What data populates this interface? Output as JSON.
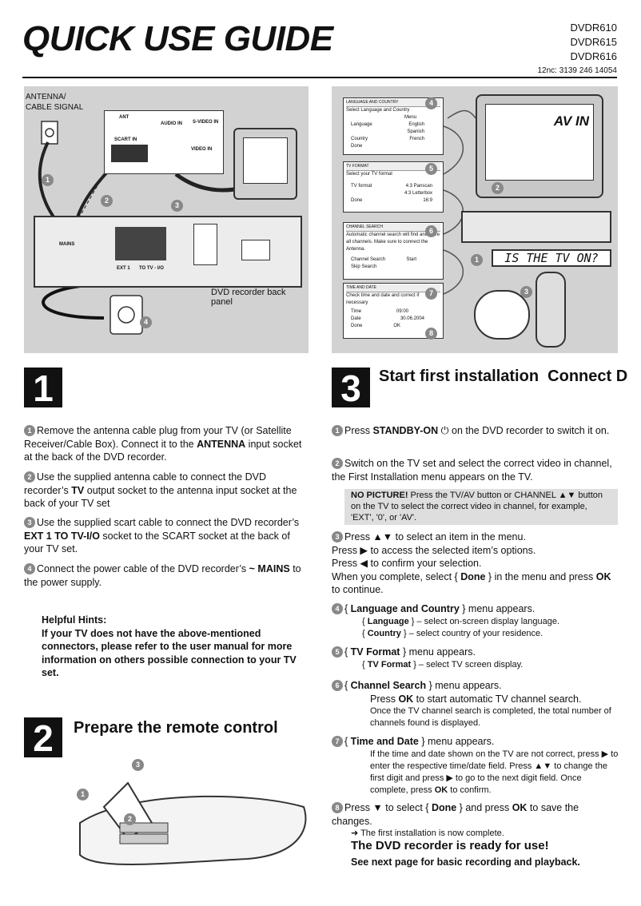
{
  "header": {
    "title": "QUICK USE GUIDE",
    "models": [
      "DVDR610",
      "DVDR615",
      "DVDR616"
    ],
    "nc": "12nc:  3139 246 14054"
  },
  "left_panel": {
    "antenna_label_1": "ANTENNA/",
    "antenna_label_2": "CABLE SIGNAL",
    "ant_label": "ANT",
    "scart_in_label": "SCART IN",
    "audio_in_label": "AUDIO IN",
    "svideo_in_label": "S-VIDEO IN",
    "video_in_label": "VIDEO IN",
    "back_panel_caption": "DVD recorder back panel",
    "ext_label": "EXT 1",
    "totv_label": "TO TV - I/O",
    "mains_label": "MAINS",
    "badges": [
      "1",
      "2",
      "3",
      "4"
    ]
  },
  "right_panel": {
    "menu_language": {
      "head1": "LANGUAGE AND COUNTRY",
      "head2": "Select Language and Country",
      "col_head": "Menu",
      "rows": [
        {
          "label": "Language",
          "value": "English"
        },
        {
          "label": "",
          "value": "Spanish"
        },
        {
          "label": "Country",
          "value": "French"
        },
        {
          "label": "Done",
          "value": ""
        }
      ],
      "badge": "4"
    },
    "menu_tv": {
      "head1": "TV FORMAT",
      "head2": "Select your TV format",
      "rows": [
        {
          "label": "TV format",
          "value": "4:3 Panscan"
        },
        {
          "label": "",
          "value": "4:3 Letterbox"
        },
        {
          "label": "Done",
          "value": "16:9"
        }
      ],
      "badge": "5"
    },
    "menu_channel": {
      "head1": "CHANNEL SEARCH",
      "head2": "Automatic channel search will find and store all channels.  Make sure to connect the Antenna.",
      "rows": [
        {
          "label": "Channel Search",
          "value": "Start"
        },
        {
          "label": "Skip Search",
          "value": ""
        }
      ],
      "badge": "6"
    },
    "menu_time": {
      "head1": "TIME AND DATE",
      "head2": "Check time and date and correct if necessary",
      "rows": [
        {
          "label": "Time",
          "value": "09:00"
        },
        {
          "label": "Date",
          "value": "30.06.2004"
        },
        {
          "label": "Done",
          "value": "OK"
        }
      ],
      "badge": "7",
      "badge2": "8"
    },
    "av_in": "AV IN",
    "lcd_text": "IS THE TV ON?",
    "badges": [
      "1",
      "2",
      "3"
    ]
  },
  "section1": {
    "number": "1",
    "steps": [
      {
        "n": "1",
        "html": "Remove the antenna cable plug from your TV (or Satellite Receiver/Cable Box).  Connect it to the <b>ANTENNA</b> input socket at the back of the DVD recorder."
      },
      {
        "n": "2",
        "html": "Use the supplied antenna cable to connect the DVD recorder’s <b>TV</b> output socket to the antenna input socket at the back of your TV set"
      },
      {
        "n": "3",
        "html": "Use the supplied scart cable to connect the DVD recorder’s <b>EXT 1 TO TV-I/O</b> socket to the SCART socket at the back of your TV set."
      },
      {
        "n": "4",
        "html": "Connect the power cable of the DVD recorder’s <b>~ MAINS</b> to the power supply."
      }
    ],
    "hints_title": "Helpful Hints:",
    "hints_body": "If your TV does not have the above-mentioned connectors, please refer to the user manual for more information on others possible connection to your TV set."
  },
  "section2": {
    "number": "2",
    "heading": "Prepare the remote control",
    "badges": [
      "1",
      "2",
      "3"
    ]
  },
  "section3": {
    "number": "3",
    "heading": "Start first installation",
    "heading_cut": "Connect D",
    "step1": "Press <b>STANDBY-ON</b> ⏻ on the DVD recorder to switch it on.",
    "step2": "Switch on the TV set and select the correct video in channel, the First Installation menu appears on the TV.",
    "nopic": "<b>NO PICTURE!</b>  Press the TV/AV button or CHANNEL ▲▼ button on the TV to select the correct video in channel, for example, 'EXT', '0', or 'AV'.",
    "step3": "Press ▲▼ to select an item in the menu.<br>Press ▶ to access the selected item’s options.<br>Press ◀  to confirm your selection.<br>When you complete, select { <b>Done</b> } in the menu and press <b>OK</b> to continue.",
    "step4": "{ <b>Language and Country</b> } menu appears.",
    "step4a": "{ <b>Language</b> } –  select on-screen display language.",
    "step4b": "{ <b>Country</b> } –  select country of your residence.",
    "step5": "{ <b>TV Format</b> } menu appears.",
    "step5a": "{ <b>TV Format</b> } –  select TV screen display.",
    "step6": "{ <b>Channel Search</b> } menu appears.",
    "step6a": "Press <b>OK</b> to start automatic TV channel search.",
    "step6b": "Once the TV channel search is completed, the total number of channels found is displayed.",
    "step7": "{ <b>Time and Date</b> } menu appears.",
    "step7a": "If the time and date shown on the TV are not correct, press ▶ to enter the respective time/date field.  Press ▲▼ to change the first digit and press ▶ to go to the next digit field.  Once complete, press <b>OK</b> to confirm.",
    "step8": "Press ▼ to select { <b>Done</b> } and press <b>OK</b> to save the changes.",
    "step8a": "➜  The first installation is now complete.",
    "ready": "The DVD recorder is ready for use!",
    "next": "See next page for basic recording and playback."
  }
}
